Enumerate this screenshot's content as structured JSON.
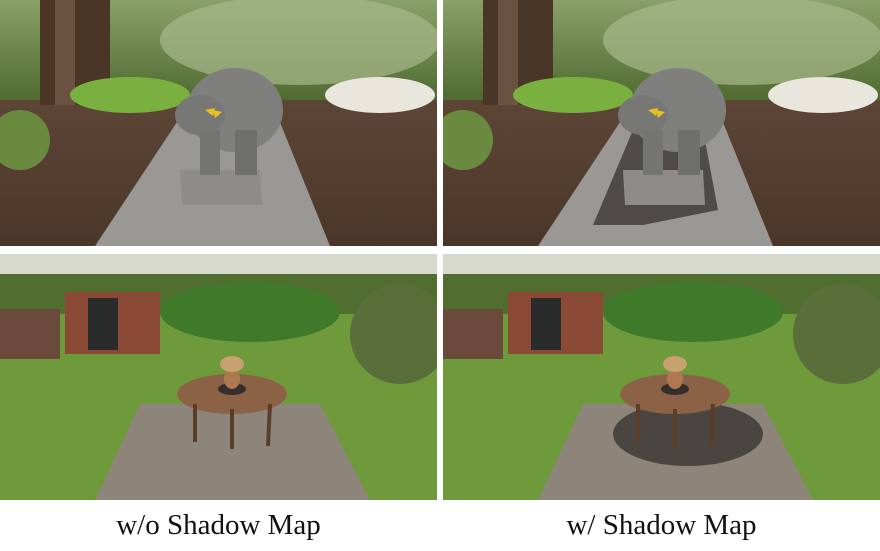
{
  "figure": {
    "captions": {
      "left": "w/o Shadow Map",
      "right": "w/ Shadow Map"
    },
    "panels": [
      {
        "scene": "bear-statue",
        "variant": "without-shadow"
      },
      {
        "scene": "bear-statue",
        "variant": "with-shadow"
      },
      {
        "scene": "garden-table",
        "variant": "without-shadow"
      },
      {
        "scene": "garden-table",
        "variant": "with-shadow"
      }
    ],
    "colors": {
      "foliage": "#5f7d3a",
      "soil": "#6b5040",
      "stone": "#8f8f8c",
      "grass": "#6e9a3c",
      "brick": "#8a4a36",
      "wood": "#8c6246",
      "shadow": "#2d2b28"
    }
  }
}
